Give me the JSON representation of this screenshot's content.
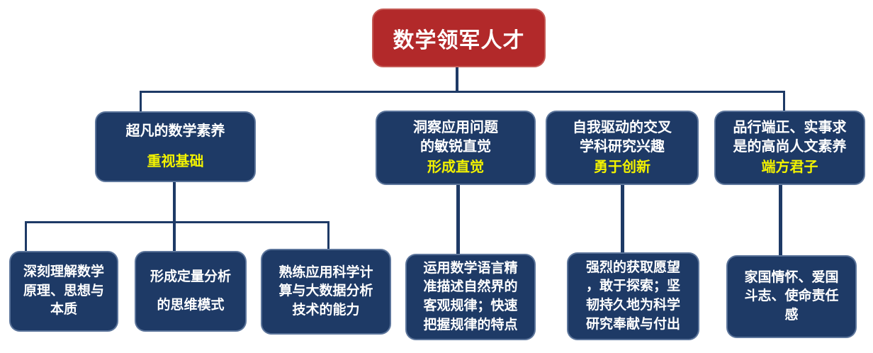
{
  "diagram": {
    "type": "tree",
    "title": "数学领军人才",
    "colors": {
      "root_fill": "#b2292a",
      "node_fill": "#1e3a66",
      "connector": "#1e3a66",
      "title_text": "#ffffff",
      "tagline_text": "#f2f200",
      "background": "#ffffff"
    },
    "root": {
      "label": "数学领军人才"
    },
    "branches": [
      {
        "title": "超凡的数学素养",
        "tagline": "重视基础",
        "children": [
          "深刻理解数学\n原理、思想与\n本质",
          "形成定量分析\n的思维模式",
          "熟练应用科学计\n算与大数据分析\n技术的能力"
        ]
      },
      {
        "title": "洞察应用问题\n的敏锐直觉",
        "tagline": "形成直觉",
        "children": [
          "运用数学语言精\n准描述自然界的\n客观规律；快速\n把握规律的特点"
        ]
      },
      {
        "title": "自我驱动的交叉\n学科研究兴趣",
        "tagline": "勇于创新",
        "children": [
          "强烈的获取愿望\n，敢于探索；坚\n韧持久地为科学\n研究奉献与付出"
        ]
      },
      {
        "title": "品行端正、实事求\n是的高尚人文素养",
        "tagline": "端方君子",
        "children": [
          "家国情怀、爱国\n斗志、使命责任\n感"
        ]
      }
    ]
  }
}
